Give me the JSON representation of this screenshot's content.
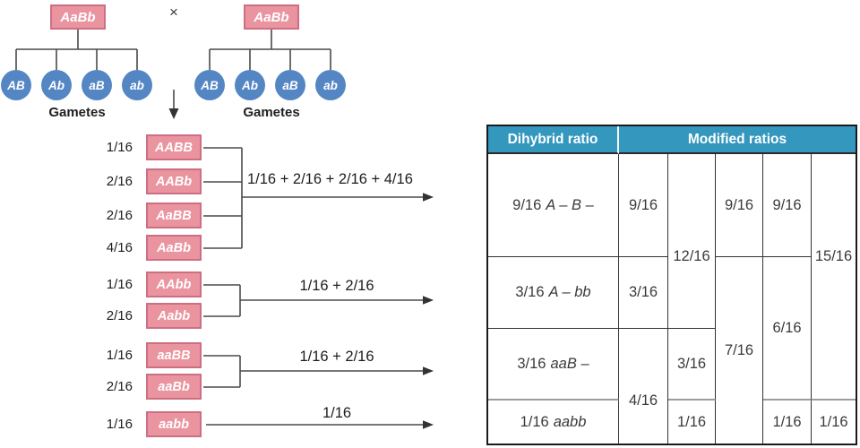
{
  "figure": {
    "cross": {
      "left_parent": "AaBb",
      "right_parent": "AaBb",
      "cross_symbol": "×",
      "gametes_label_left": "Gametes",
      "gametes_label_right": "Gametes",
      "left_gametes": [
        "AB",
        "Ab",
        "aB",
        "ab"
      ],
      "right_gametes": [
        "AB",
        "Ab",
        "aB",
        "ab"
      ]
    },
    "offspring": [
      {
        "fraction": "1/16",
        "genotype": "AABB"
      },
      {
        "fraction": "2/16",
        "genotype": "AABb"
      },
      {
        "fraction": "2/16",
        "genotype": "AaBB"
      },
      {
        "fraction": "4/16",
        "genotype": "AaBb"
      },
      {
        "fraction": "1/16",
        "genotype": "AAbb"
      },
      {
        "fraction": "2/16",
        "genotype": "Aabb"
      },
      {
        "fraction": "1/16",
        "genotype": "aaBB"
      },
      {
        "fraction": "2/16",
        "genotype": "aaBb"
      },
      {
        "fraction": "1/16",
        "genotype": "aabb"
      }
    ],
    "sum_labels": [
      "1/16 + 2/16 + 2/16 + 4/16",
      "1/16 + 2/16",
      "1/16 + 2/16",
      "1/16"
    ]
  },
  "table": {
    "header": {
      "dihybrid": "Dihybrid ratio",
      "modified": "Modified ratios"
    },
    "dihybrid_rows": [
      {
        "fraction": "9/16",
        "genotype": "A – B –"
      },
      {
        "fraction": "3/16",
        "genotype": "A – bb"
      },
      {
        "fraction": "3/16",
        "genotype": "aaB –"
      },
      {
        "fraction": "1/16",
        "genotype": "aabb"
      }
    ],
    "modified_columns": [
      {
        "cells": [
          {
            "value": "9/16",
            "rows": "1"
          },
          {
            "value": "3/16",
            "rows": "2"
          },
          {
            "value": "4/16",
            "rows": "3-4"
          }
        ]
      },
      {
        "cells": [
          {
            "value": "12/16",
            "rows": "1-2"
          },
          {
            "value": "3/16",
            "rows": "3"
          },
          {
            "value": "1/16",
            "rows": "4"
          }
        ]
      },
      {
        "cells": [
          {
            "value": "9/16",
            "rows": "1"
          },
          {
            "value": "7/16",
            "rows": "2-4"
          }
        ]
      },
      {
        "cells": [
          {
            "value": "9/16",
            "rows": "1"
          },
          {
            "value": "6/16",
            "rows": "2-3"
          },
          {
            "value": "1/16",
            "rows": "4"
          }
        ]
      },
      {
        "cells": [
          {
            "value": "15/16",
            "rows": "1-3"
          },
          {
            "value": "1/16",
            "rows": "4"
          }
        ]
      }
    ]
  },
  "colors": {
    "genotype_box_fill": "#E9949F",
    "genotype_box_border": "#CE6E83",
    "gamete_circle_fill": "#5586C4",
    "table_header_fill": "#3497BE",
    "diagram_line": "#4A4A4A",
    "table_gray_line": "#9C9C9C"
  }
}
